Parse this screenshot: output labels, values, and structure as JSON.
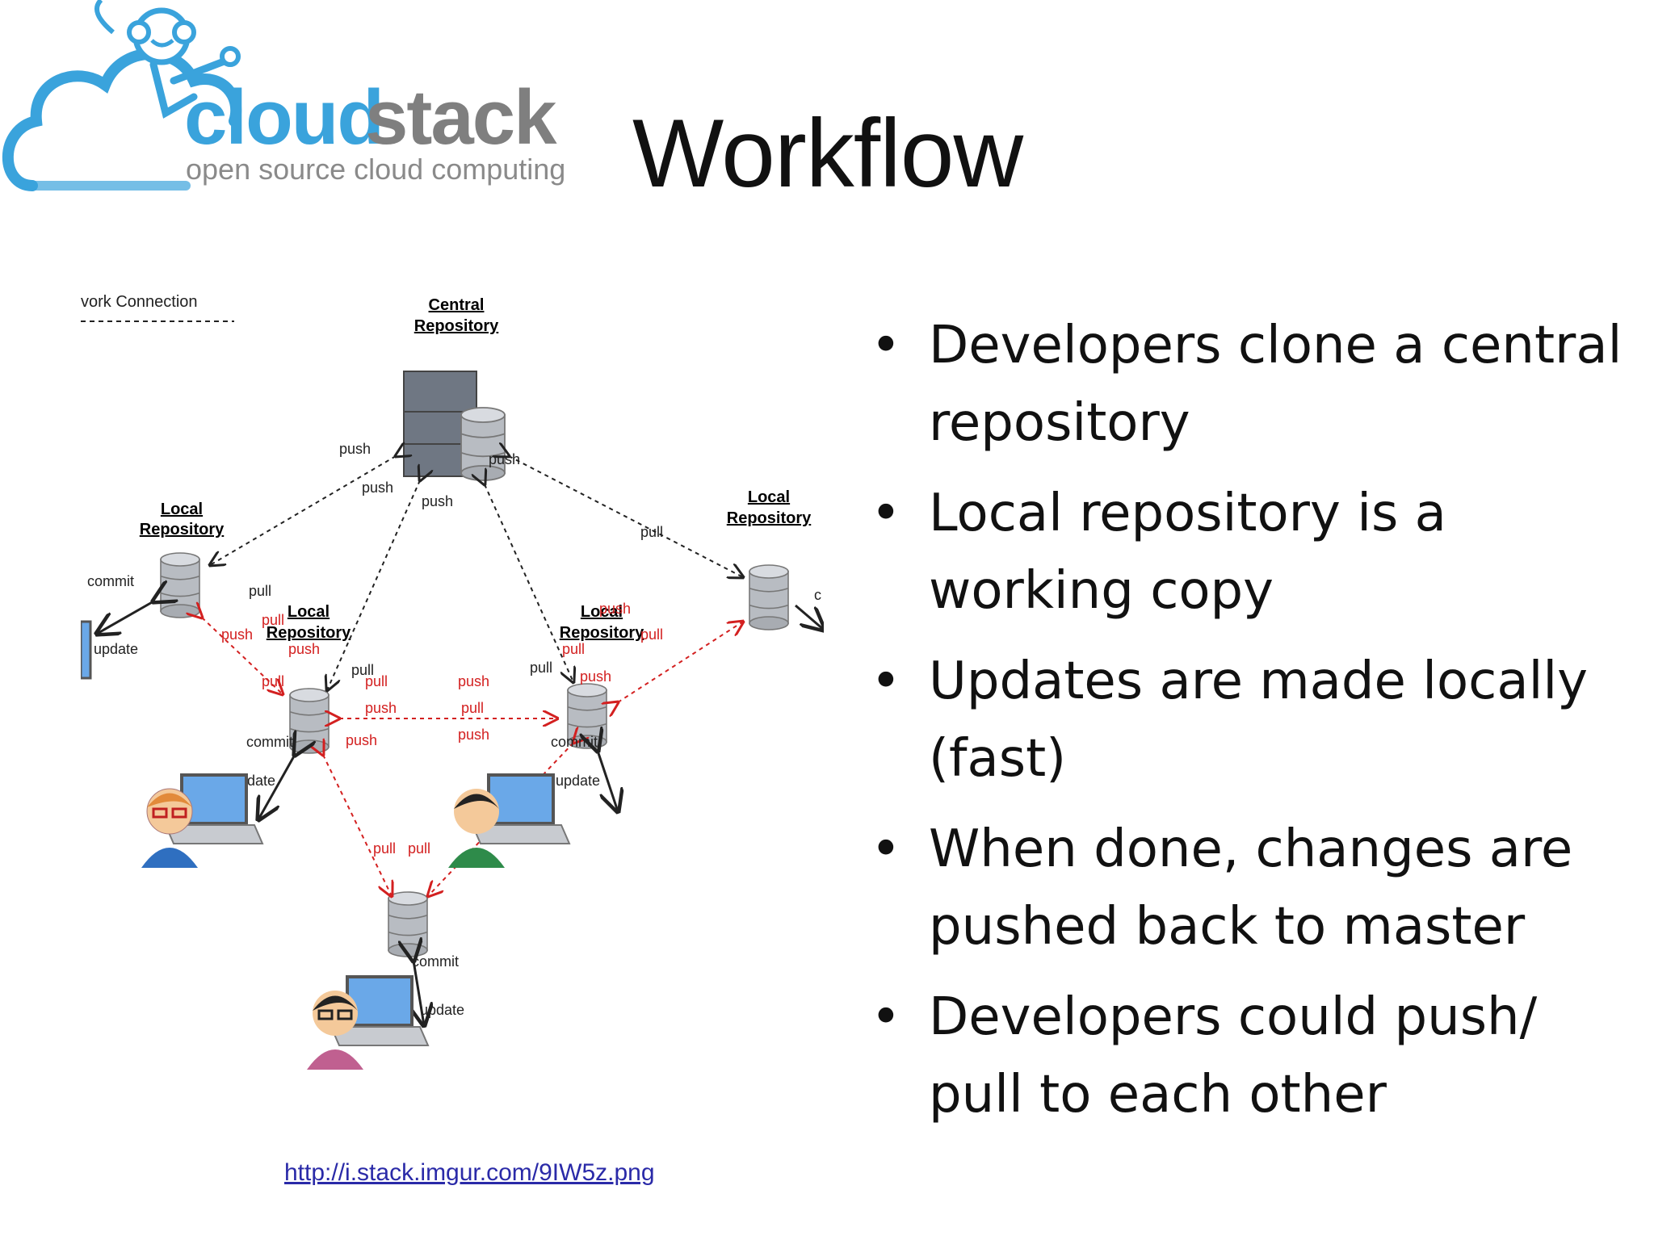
{
  "logo": {
    "word_cloud": "cloud",
    "word_stack": "stack",
    "tagline": "open source cloud computing"
  },
  "slide": {
    "title": "Workflow"
  },
  "diagram": {
    "legend": "vork Connection",
    "central": {
      "line1": "Central",
      "line2": "Repository"
    },
    "local_repo": {
      "line1": "Local",
      "line2": "Repository"
    },
    "arrow_labels": {
      "push": "push",
      "pull": "pull",
      "commit": "commit",
      "update": "update",
      "cut": "c"
    }
  },
  "source": {
    "url": "http://i.stack.imgur.com/9IW5z.png"
  },
  "bullets": [
    {
      "marker": "•",
      "text": "Developers clone a central repository"
    },
    {
      "marker": "•",
      "text": "Local repository is a working copy"
    },
    {
      "marker": "•",
      "text": "Updates are made locally (fast)"
    },
    {
      "marker": "•",
      "text": "When done, changes are pushed back to master"
    },
    {
      "marker": "•",
      "text": "Developers could push/ pull to each other"
    }
  ],
  "colors": {
    "logo_blue": "#3aa3dc",
    "logo_gray": "#7f7f7f",
    "red_arrow": "#d32020",
    "black_arrow": "#222222",
    "link": "#2a2aa8"
  }
}
